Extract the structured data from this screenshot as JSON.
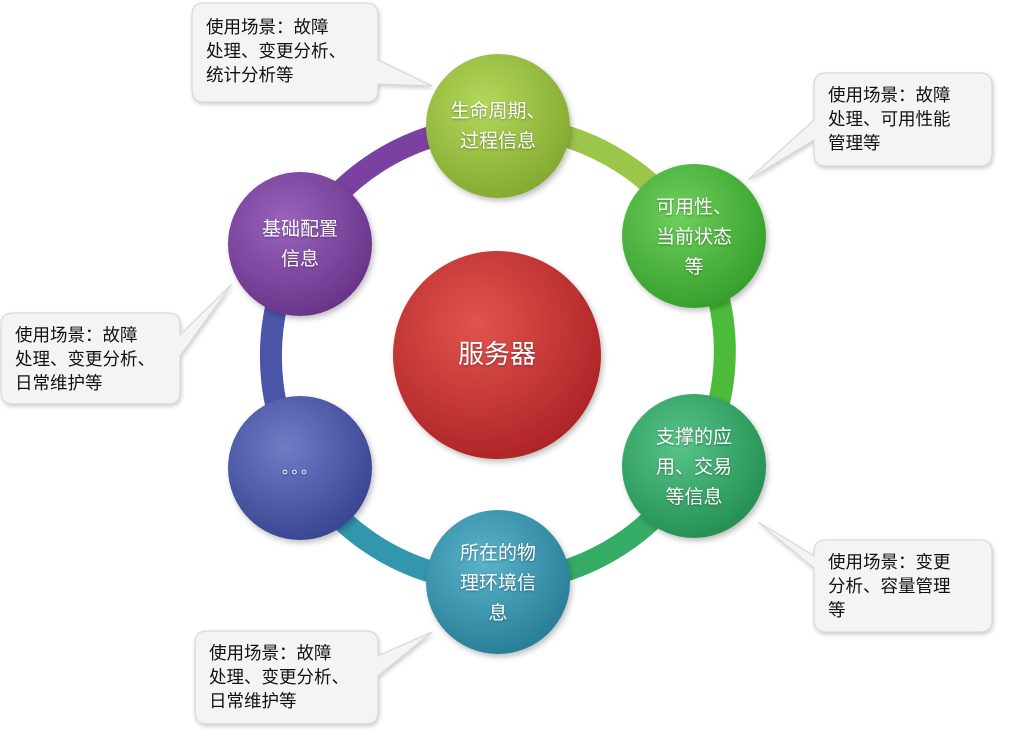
{
  "center": {
    "label": "服务器",
    "color": "#c62b2b"
  },
  "nodes": [
    {
      "id": "lifecycle",
      "label": "生命周期、\n过程信息",
      "color": "#95c13c"
    },
    {
      "id": "availability",
      "label": "可用性、\n当前状态\n等",
      "color": "#3fb335"
    },
    {
      "id": "apps",
      "label": "支撑的应\n用、交易\n等信息",
      "color": "#2ea65e"
    },
    {
      "id": "physical",
      "label": "所在的物\n理环境信\n息",
      "color": "#2f8fa8"
    },
    {
      "id": "more",
      "label": "。。。",
      "color": "#4450a3"
    },
    {
      "id": "base-config",
      "label": "基础配置\n信息",
      "color": "#7a3f9b"
    }
  ],
  "callouts": [
    {
      "id": "lifecycle",
      "text": "使用场景：故障\n处理、变更分析、\n统计分析等"
    },
    {
      "id": "availability",
      "text": "使用场景：故障\n处理、可用性能\n管理等"
    },
    {
      "id": "apps",
      "text": "使用场景：变更\n分析、容量管理\n等"
    },
    {
      "id": "physical",
      "text": "使用场景：故障\n处理、变更分析、\n日常维护等"
    },
    {
      "id": "base-config",
      "text": "使用场景：故障\n处理、变更分析、\n日常维护等"
    }
  ]
}
